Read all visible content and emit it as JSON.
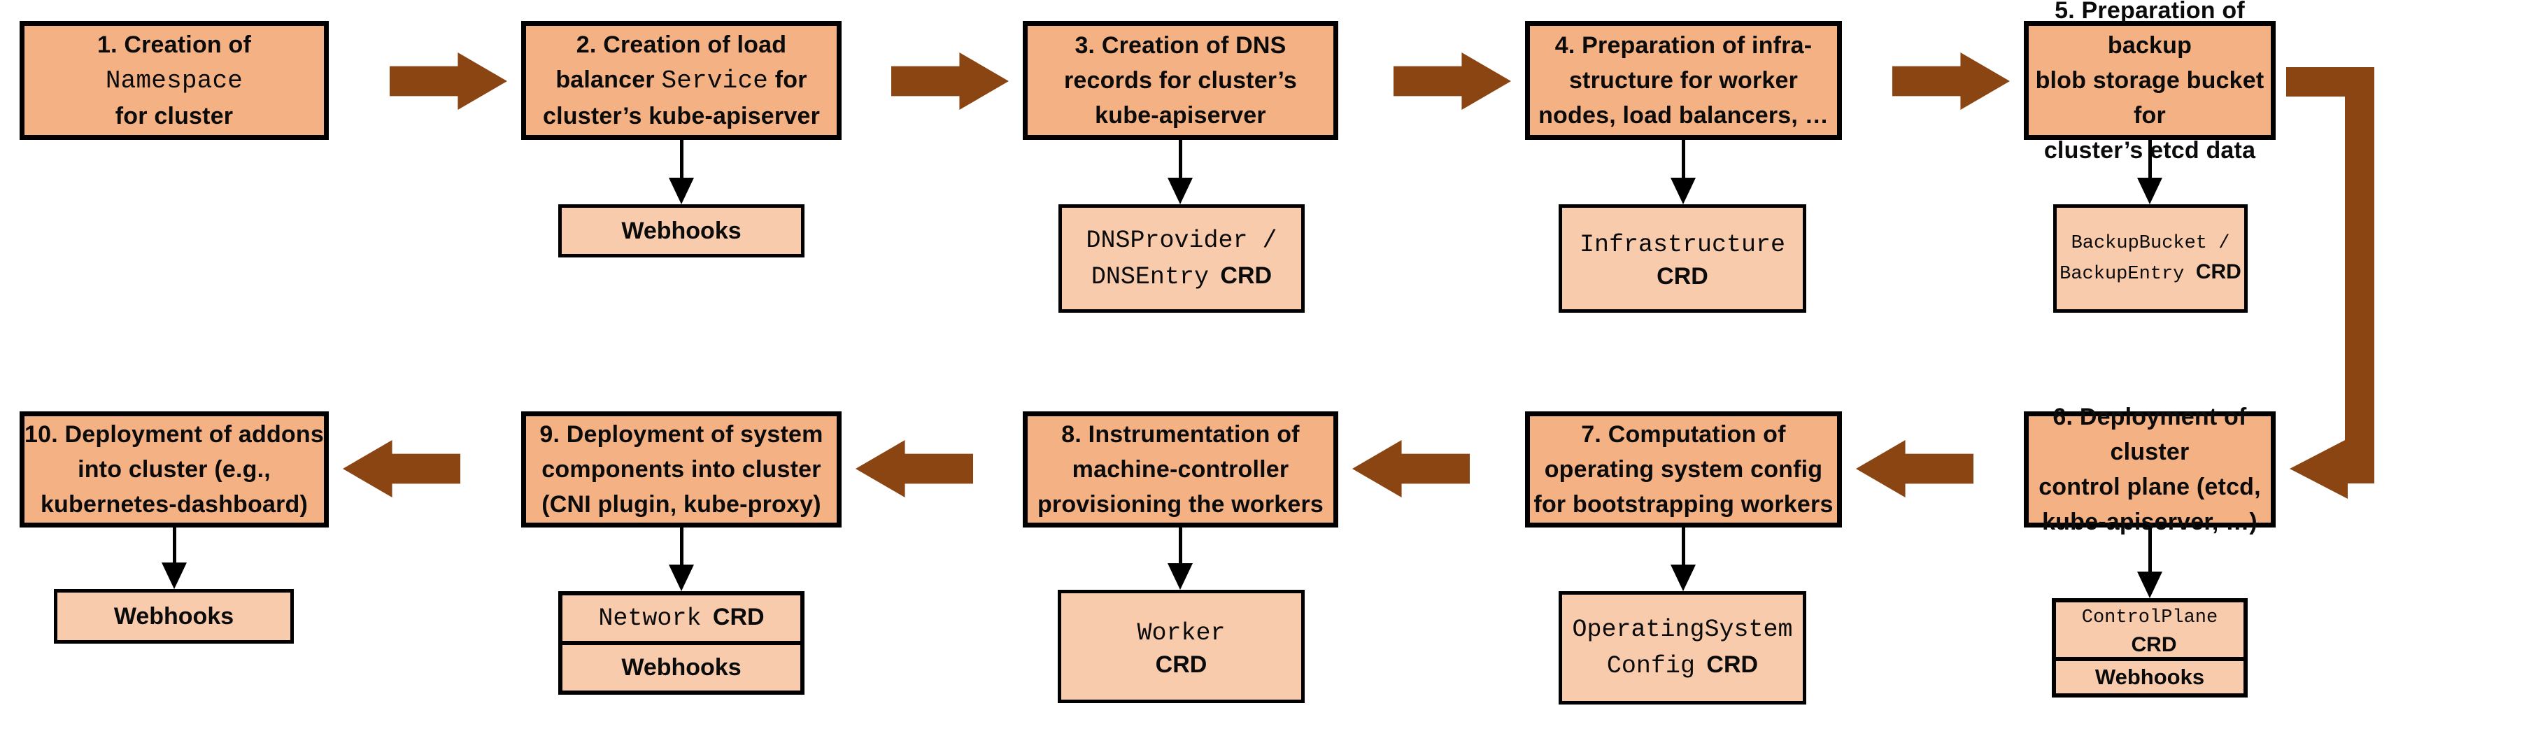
{
  "colors": {
    "main_box_fill": "#F4B183",
    "sub_box_fill": "#F8CBAD",
    "arrow_brown": "#8B4513",
    "border_black": "#000000"
  },
  "steps": {
    "s1": {
      "l1": "1. Creation of",
      "code": "Namespace",
      "l3": "for cluster"
    },
    "s2": {
      "l1": "2. Creation of load",
      "l2a": "balancer",
      "code": "Service",
      "l2b": "for",
      "l3": "cluster’s kube-apiserver"
    },
    "s3": {
      "l1": "3. Creation of DNS",
      "l2": "records for cluster’s",
      "l3": "kube-apiserver"
    },
    "s4": {
      "l1": "4. Preparation of infra-",
      "l2": "structure for worker",
      "l3": "nodes, load balancers, …"
    },
    "s5": {
      "l1": "5. Preparation of backup",
      "l2": "blob storage bucket for",
      "l3": "cluster’s etcd data"
    },
    "s6": {
      "l1": "6. Deployment of cluster",
      "l2": "control plane (etcd,",
      "l3": "kube-apiserver, …)"
    },
    "s7": {
      "l1": "7. Computation of",
      "l2": "operating system config",
      "l3": "for bootstrapping workers"
    },
    "s8": {
      "l1": "8. Instrumentation of",
      "l2": "machine-controller",
      "l3": "provisioning the workers"
    },
    "s9": {
      "l1": "9. Deployment of system",
      "l2": "components into cluster",
      "l3": "(CNI plugin, kube-proxy)"
    },
    "s10": {
      "l1": "10. Deployment of addons",
      "l2": "into cluster (e.g.,",
      "l3": "kubernetes-dashboard)"
    }
  },
  "artifacts": {
    "webhooks2": {
      "label": "Webhooks"
    },
    "dns": {
      "code1": "DNSProvider /",
      "code2": "DNSEntry",
      "crd": "CRD"
    },
    "infra": {
      "code1": "Infrastructure",
      "crd": "CRD"
    },
    "backup": {
      "code1": "BackupBucket /",
      "code2": "BackupEntry",
      "crd": "CRD"
    },
    "controlplane": {
      "code": "ControlPlane",
      "crd": "CRD",
      "webhooks": "Webhooks"
    },
    "osc": {
      "code1": "OperatingSystem",
      "code2": "Config",
      "crd": "CRD"
    },
    "worker": {
      "code1": "Worker",
      "crd": "CRD"
    },
    "network": {
      "code": "Network",
      "crd": "CRD",
      "webhooks": "Webhooks"
    },
    "webhooks10": {
      "label": "Webhooks"
    }
  }
}
